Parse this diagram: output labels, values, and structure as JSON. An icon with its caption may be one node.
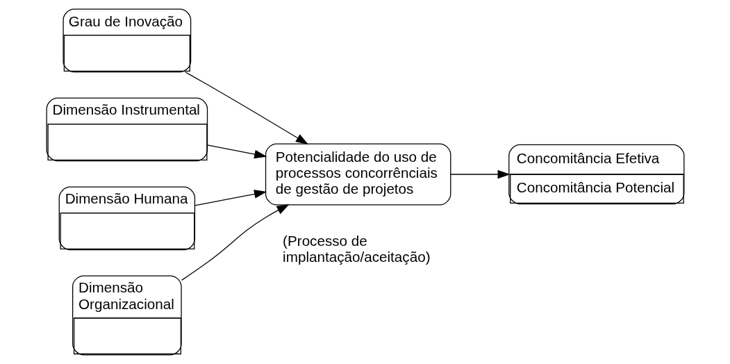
{
  "diagram": {
    "nodes": [
      {
        "text": [
          "Grau de Inovação"
        ]
      },
      {
        "text": [
          "Dimensão Instrumental"
        ]
      },
      {
        "text": [
          "Dimensão Humana"
        ]
      },
      {
        "text": [
          "Dimensão Organizacional"
        ]
      },
      {
        "text": [
          "Potencialidade do uso de processos concorrênciais de gestão de projetos"
        ],
        "beside": [
          "(Processo de implantação/aceitação)"
        ]
      },
      {
        "text": [
          "Concomitância Efetiva",
          "Concomitância Potencial"
        ]
      }
    ],
    "edges": [
      {
        "from": 0,
        "to": 4,
        "arrow": "to"
      },
      {
        "from": 1,
        "to": 4,
        "arrow": "to"
      },
      {
        "from": 2,
        "to": 4,
        "arrow": "to"
      },
      {
        "from": 3,
        "to": 4,
        "arrow": "to"
      },
      {
        "from": 4,
        "to": 5,
        "arrow": "to"
      }
    ]
  }
}
